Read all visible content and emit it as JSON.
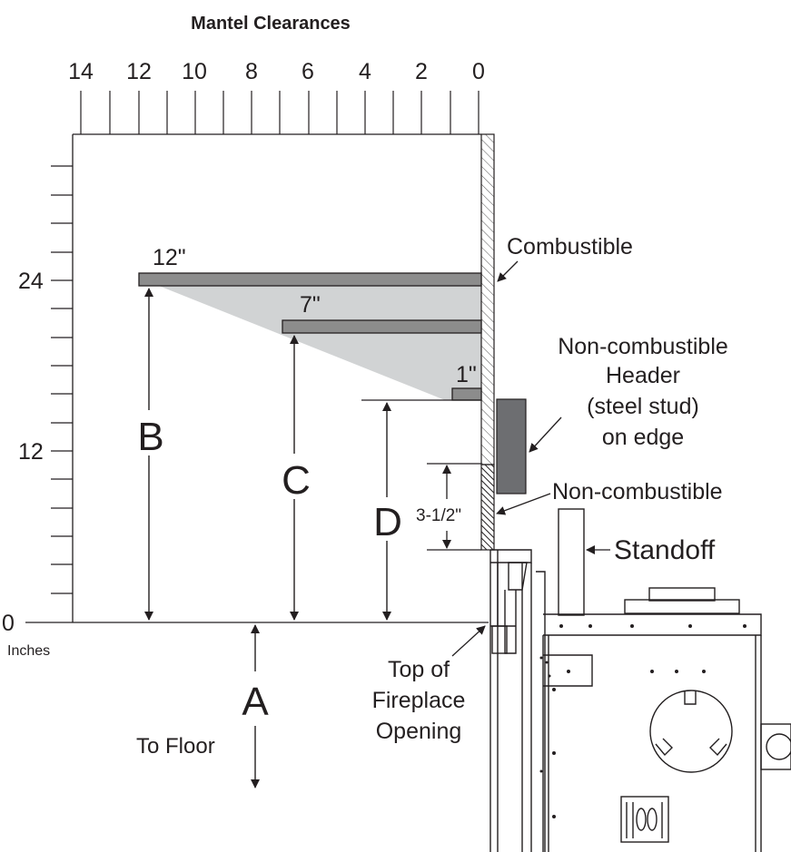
{
  "title": "Mantel Clearances",
  "top_ticks": [
    "14",
    "12",
    "10",
    "8",
    "6",
    "4",
    "2",
    "0"
  ],
  "left_ticks": [
    "24",
    "12",
    "0"
  ],
  "unit_label": "Inches",
  "mantels": {
    "m12": "12\"",
    "m7": "7\"",
    "m1": "1\""
  },
  "letters": {
    "A": "A",
    "B": "B",
    "C": "C",
    "D": "D"
  },
  "dimension": "3-1/2\"",
  "labels": {
    "combustible": "Combustible",
    "header": [
      "Non-combustible",
      "Header",
      "(steel stud)",
      "on edge"
    ],
    "non_combustible": "Non-combustible",
    "standoff": "Standoff",
    "top_of_opening": [
      "Top of",
      "Fireplace",
      "Opening"
    ],
    "to_floor": "To Floor"
  },
  "colors": {
    "line": "#231f20",
    "mantel_fill": "#8c8c8c",
    "shade": "#d1d3d4",
    "header_fill": "#6d6e71"
  }
}
